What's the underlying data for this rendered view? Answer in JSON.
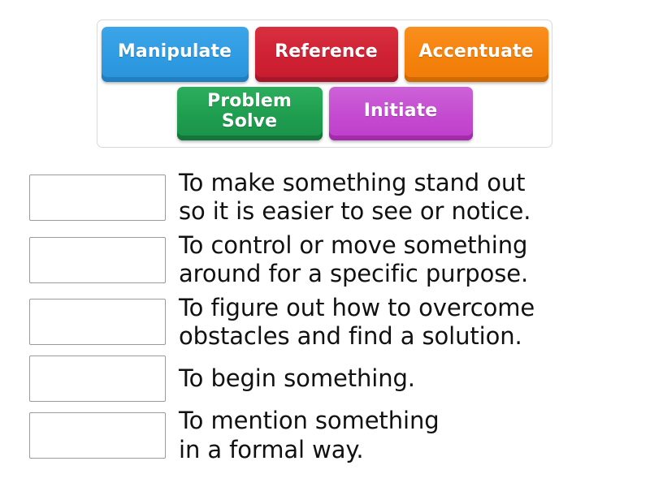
{
  "tray": {
    "name": "word-tiles-tray",
    "rows": [
      {
        "tiles": [
          {
            "label": "Manipulate",
            "color": "#2e9be3",
            "shade": "#1f7fc0"
          },
          {
            "label": "Reference",
            "color": "#cf2134",
            "shade": "#a6172a"
          },
          {
            "label": "Accentuate",
            "color": "#f5820d",
            "shade": "#d06a05"
          }
        ]
      },
      {
        "tiles": [
          {
            "label": "Problem\nSolve",
            "color": "#1f9d4f",
            "shade": "#15763b"
          },
          {
            "label": "Initiate",
            "color": "#c44ad0",
            "shade": "#a32cad"
          }
        ]
      }
    ]
  },
  "answers": {
    "rows": [
      {
        "drop_value": "",
        "definition": "To make something stand out\nso it is easier to see or notice."
      },
      {
        "drop_value": "",
        "definition": "To control or move something\naround for a specific purpose."
      },
      {
        "drop_value": "",
        "definition": "To figure out how to overcome\nobstacles and find a solution."
      },
      {
        "drop_value": "",
        "definition": "To begin something."
      },
      {
        "drop_value": "",
        "definition": "To mention something\nin a formal way."
      }
    ]
  }
}
